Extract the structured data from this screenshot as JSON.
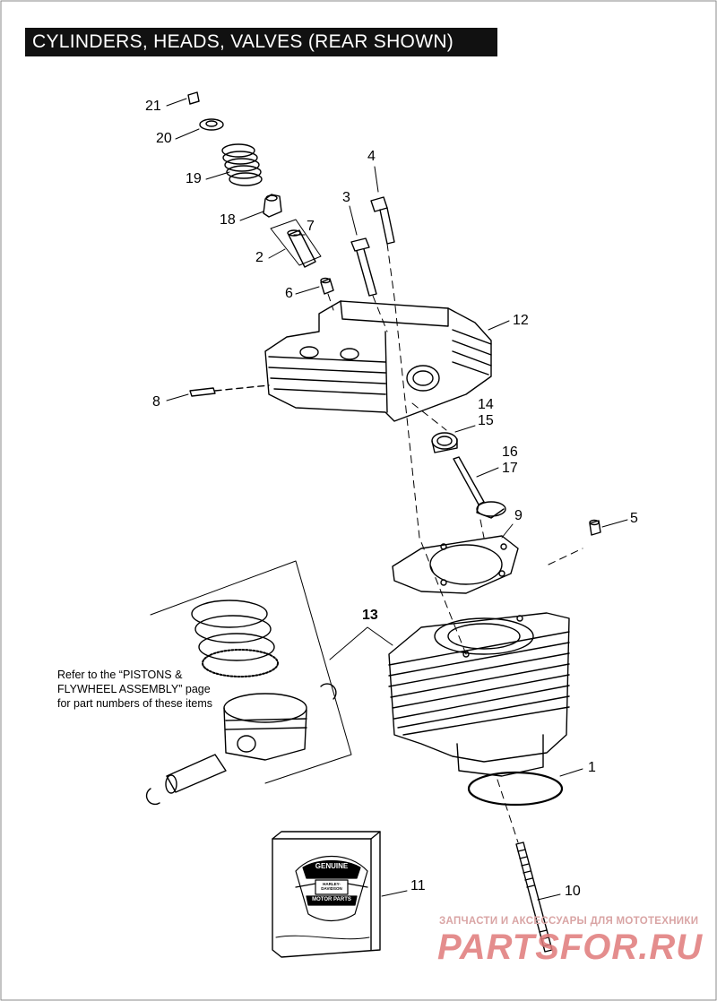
{
  "title": "CYLINDERS, HEADS, VALVES (REAR SHOWN)",
  "note": "Refer to the “PISTONS & FLYWHEEL ASSEMBLY” page for part numbers of these items",
  "callouts": {
    "c1": "1",
    "c2": "2",
    "c3": "3",
    "c4": "4",
    "c5": "5",
    "c6": "6",
    "c7": "7",
    "c8": "8",
    "c9": "9",
    "c10": "10",
    "c11": "11",
    "c12": "12",
    "c13": "13",
    "c14": "14",
    "c15": "15",
    "c16": "16",
    "c17": "17",
    "c18": "18",
    "c19": "19",
    "c20": "20",
    "c21": "21"
  },
  "badge": {
    "top": "GENUINE",
    "bottom": "MOTOR PARTS",
    "center": "HARLEY-DAVIDSON"
  },
  "watermark": {
    "tagline": "ЗАПЧАСТИ И АКСЕССУАРЫ ДЛЯ МОТОТЕХНИКИ",
    "logo": "PARTSFOR.RU"
  },
  "colors": {
    "title_bg": "#111111",
    "title_fg": "#ffffff",
    "watermark": "#e07a7a"
  }
}
